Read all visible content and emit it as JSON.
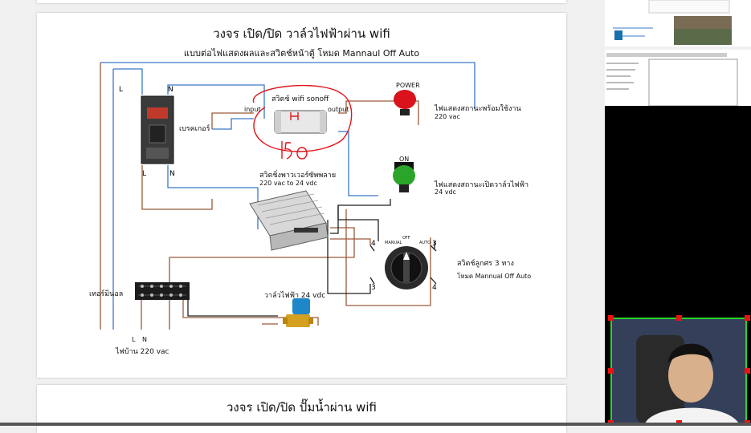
{
  "page1": {
    "title": "วงจร เปิด/ปิด วาล์วไฟฟ้าผ่าน wifi",
    "subtitle": "แบบต่อไฟแสดงผลและสวิตช์หน้าตู้ โหมด Mannaul Off Auto",
    "labels": {
      "breaker": "เบรคเกอร์",
      "terminal": "เทอร์มินอล",
      "home_power": "ไฟบ้าน 220 vac",
      "L": "L",
      "N": "N",
      "sonoff": "สวิตช์ wifi sonoff",
      "input": "input",
      "output": "output",
      "handwritten": "150",
      "power": "POWER",
      "power_desc": "ไฟแสดงสถานะพร้อมใช้งาน",
      "power_volt": "220 vac",
      "on": "ON",
      "on_desc": "ไฟแสดงสถานะเปิดวาล์วไฟฟ้า",
      "on_volt": "24 vdc",
      "psu": "สวิตชิ่งพาวเวอร์ซัพพลาย",
      "psu_volt": "220 vac to 24 vdc",
      "selector": "สวิตช์ลูกศร 3 ทาง",
      "selector_mode": "โหมด Mannual Off Auto",
      "manual": "MANUAL",
      "off": "OFF",
      "auto": "AUTO",
      "valve": "วาล์วไฟฟ้า 24 vdc",
      "n4a": "4",
      "n3a": "3",
      "n3b": "3",
      "n4b": "4"
    }
  },
  "page2": {
    "title": "วงจร เปิด/ปิด ปั๊มน้ำผ่าน wifi"
  },
  "colors": {
    "wire_blue": "#3a78c8",
    "wire_brown": "#9a5a3a",
    "wire_black": "#222222",
    "lamp_red": "#d9121b",
    "lamp_green": "#2aa52a",
    "selection": "#2bd12b",
    "handles": "#ee1111"
  }
}
